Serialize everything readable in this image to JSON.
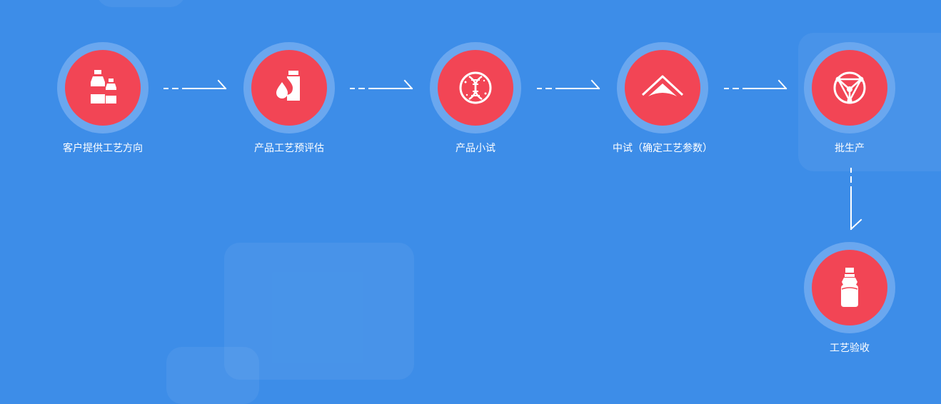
{
  "colors": {
    "background": "#3d8de8",
    "ring": "#6aa7ef",
    "core": "#f24555",
    "text": "#ffffff"
  },
  "steps": [
    {
      "label": "客户提供工艺方向",
      "icon": "milk-bottles-icon"
    },
    {
      "label": "产品工艺预评估",
      "icon": "drop-bottle-icon"
    },
    {
      "label": "产品小试",
      "icon": "dna-icon"
    },
    {
      "label": "中试（确定工艺参数）",
      "icon": "shield-wedge-icon"
    },
    {
      "label": "批生产",
      "icon": "molecule-triangle-icon"
    },
    {
      "label": "工艺验收",
      "icon": "bottle-icon"
    }
  ]
}
